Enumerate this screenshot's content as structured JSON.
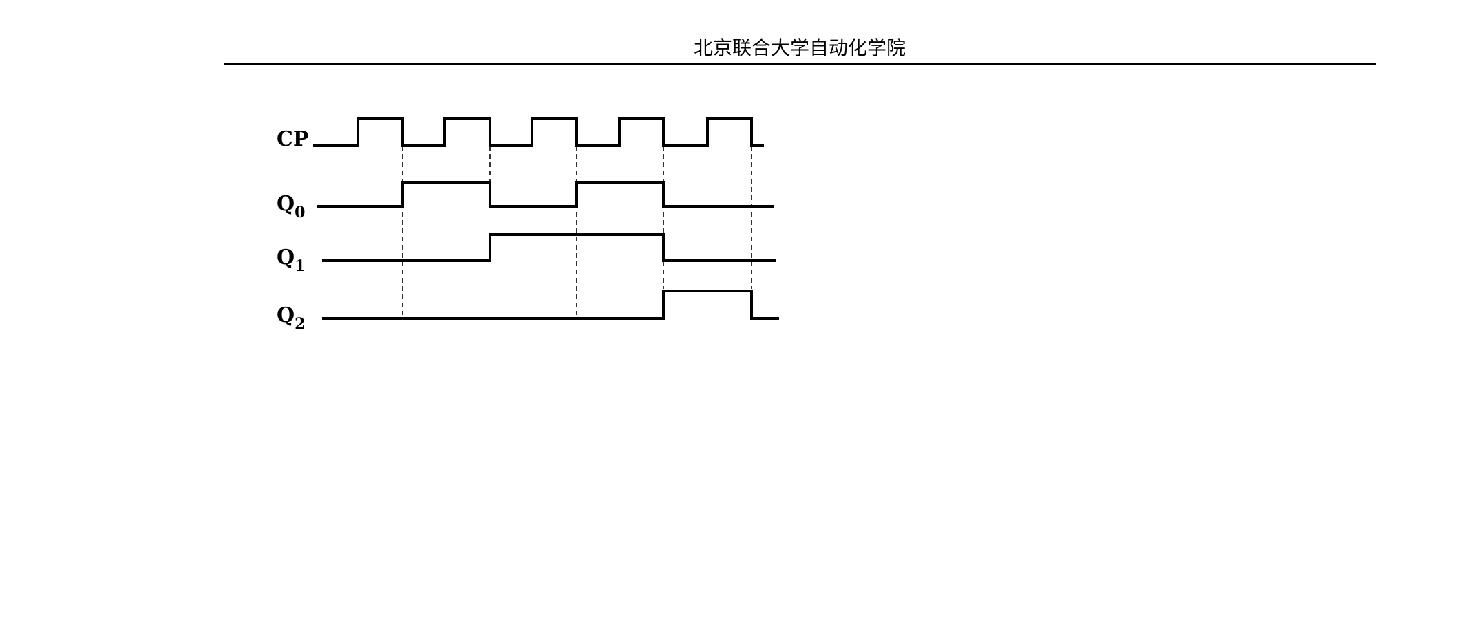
{
  "header": {
    "title": "北京联合大学自动化学院"
  },
  "diagram": {
    "signals": [
      {
        "id": "cp",
        "name": "CP",
        "subscript": ""
      },
      {
        "id": "q0",
        "name": "Q",
        "subscript": "0"
      },
      {
        "id": "q1",
        "name": "Q",
        "subscript": "1"
      },
      {
        "id": "q2",
        "name": "Q",
        "subscript": "2"
      }
    ],
    "waveforms": {
      "cp": [
        0,
        1,
        0,
        1,
        0,
        1,
        0,
        1,
        0,
        1,
        0
      ],
      "q0": [
        0,
        1,
        0,
        1,
        0
      ],
      "q1": [
        0,
        1,
        0
      ],
      "q2": [
        0,
        1,
        0
      ]
    }
  }
}
